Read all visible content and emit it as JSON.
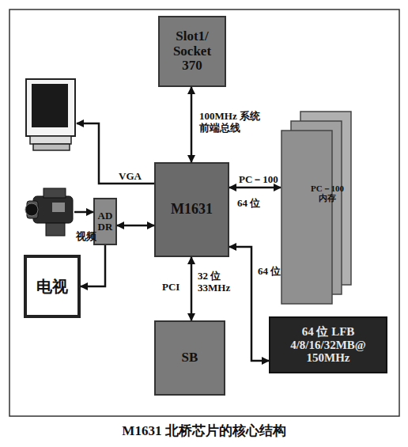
{
  "diagram": {
    "caption": "M1631 北桥芯片的核心结构",
    "nodes": [
      {
        "text": [
          "Slot1/ Socket 370"
        ]
      },
      {
        "text": [
          "AD DR"
        ]
      },
      {
        "text": [
          "M1631"
        ]
      },
      {
        "text": [
          "PC－100 内存"
        ]
      },
      {
        "text": [
          "电视"
        ]
      },
      {
        "text": [
          "SB"
        ]
      },
      {
        "text": [
          "64 位 LFB 4/8/16/32MB@ 150MHz"
        ]
      }
    ],
    "edges": [
      {
        "from": 0,
        "to": 2,
        "label": "100MHz 系统前端总线",
        "arrow": "both"
      },
      {
        "from": 2,
        "to": 1,
        "arrow": "both"
      },
      {
        "from": 1,
        "to": 4,
        "arrow": "to"
      },
      {
        "from": 2,
        "to": 3,
        "label": "PC－100",
        "arrow": "both"
      },
      {
        "from": 2,
        "to": 5,
        "label": "PCI",
        "arrow": "both"
      },
      {
        "from": 2,
        "to": 6,
        "label": "64 位",
        "arrow": "both"
      }
    ],
    "labels": [
      "VGA",
      "视频",
      "64 位",
      "32 位 33MHz"
    ]
  }
}
